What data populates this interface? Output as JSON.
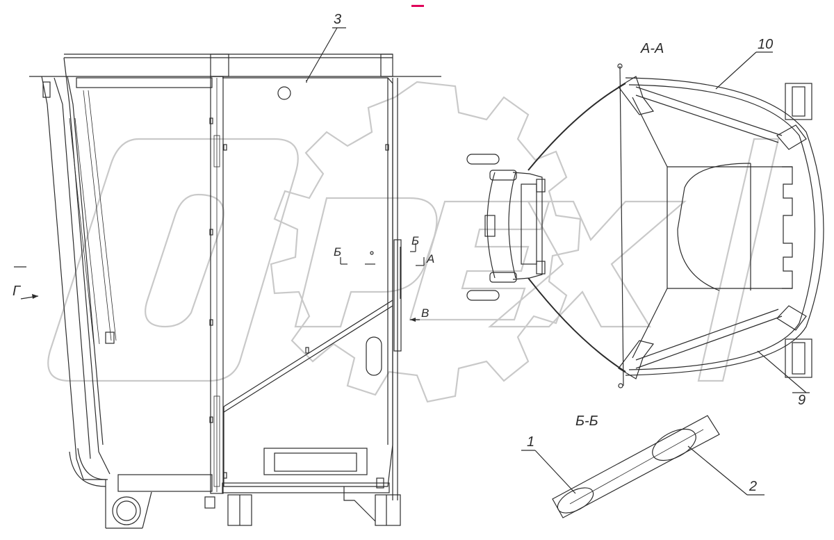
{
  "watermark": {
    "text": "ОРЕХ",
    "color": "#c9c9c9"
  },
  "drawing": {
    "stroke_color": "#2b2b2b",
    "accent_mark_color": "#e0005a",
    "callouts": {
      "c1": "1",
      "c2": "2",
      "c3": "3",
      "c9": "9",
      "c10": "10"
    },
    "views": {
      "aa": "А-А",
      "bb": "Б-Б",
      "g": "Г",
      "b_left": "Б",
      "b_right": "Б",
      "a_mark": "А",
      "v_mark": "В"
    }
  }
}
